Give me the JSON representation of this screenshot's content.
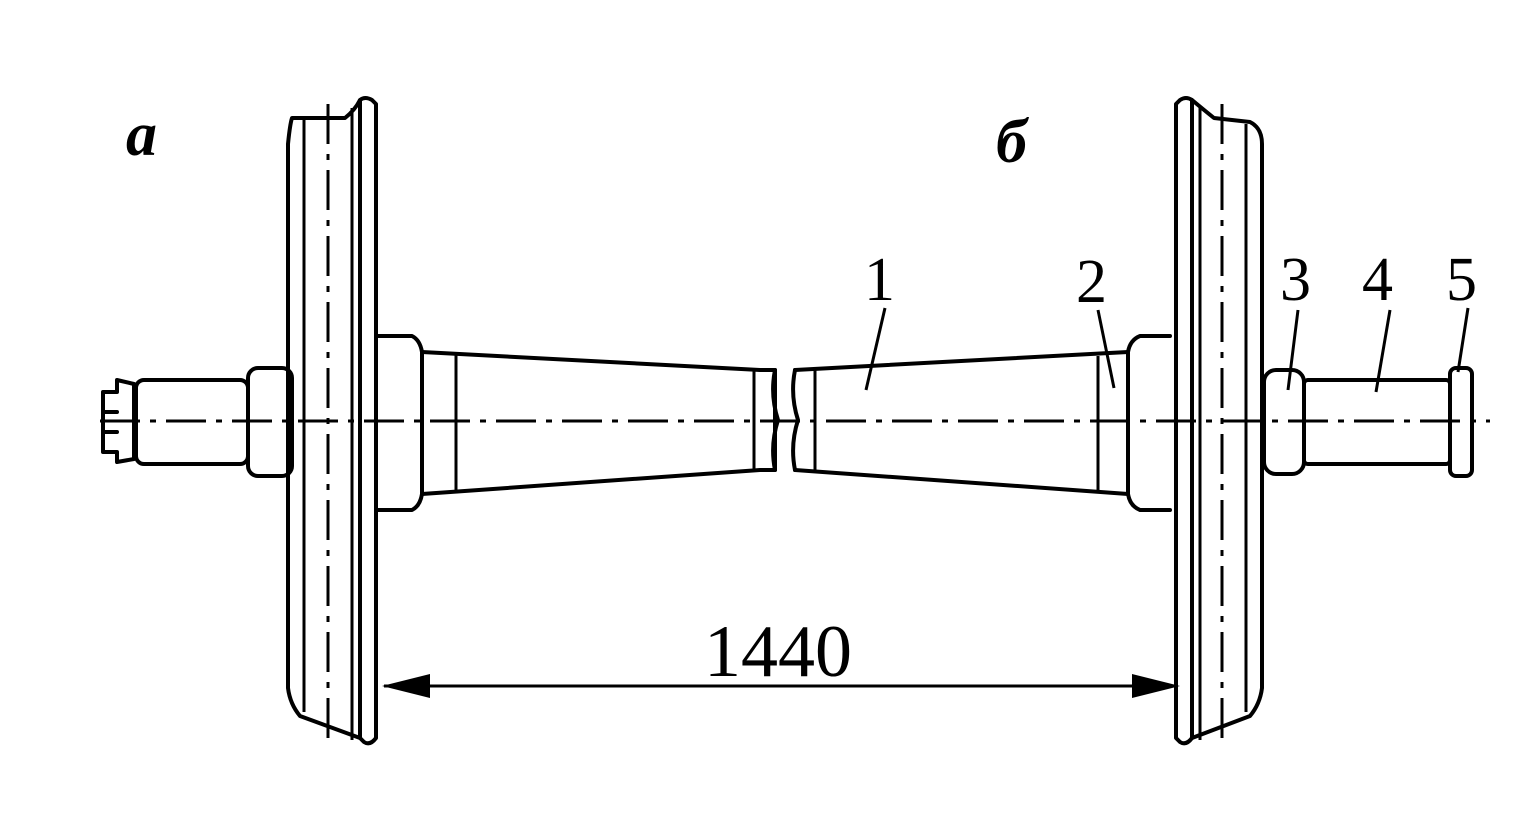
{
  "panel_labels": {
    "a": "a",
    "b": "б"
  },
  "part_labels": [
    "1",
    "2",
    "3",
    "4",
    "5"
  ],
  "dimension": "1440",
  "colors": {
    "line": "#000000",
    "background": "#ffffff"
  }
}
